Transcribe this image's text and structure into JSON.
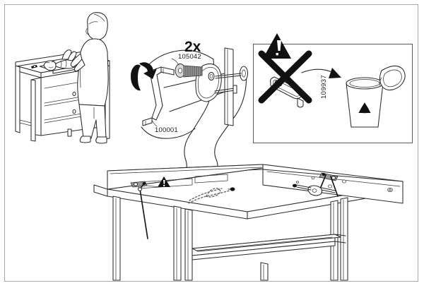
{
  "document": {
    "type": "furniture-assembly-instruction",
    "title": "Changing table assembly step",
    "background_color": "#ffffff",
    "line_color": "#2b2b2b",
    "frame_color": "#a8a8a8"
  },
  "panels": {
    "usage_illustration": {
      "name": "usage-illustration",
      "description": "Adult standing at assembled changing table with baby on top surface"
    },
    "detail_callout": {
      "name": "hardware-detail-callout",
      "quantity_label": "2x",
      "screw_part_number": "105042",
      "allen_key_part_number": "100001",
      "rotation_icon": "rotate-clockwise-icon"
    },
    "warning_box": {
      "name": "discard-warning-box",
      "warning_icon": "warning-triangle-icon",
      "part_number": "109937",
      "prohibition_icon": "cross-out-icon",
      "bin_icon": "recycling-bin-icon",
      "arrow_icon": "arrow-to-bin-icon"
    },
    "main_assembly": {
      "name": "main-assembly-view",
      "description": "Changing table top with side rails, fittings and insertion path",
      "warning_marker": "small-warning-triangle-icon",
      "insertion_path": "dotted-screw-path"
    }
  }
}
